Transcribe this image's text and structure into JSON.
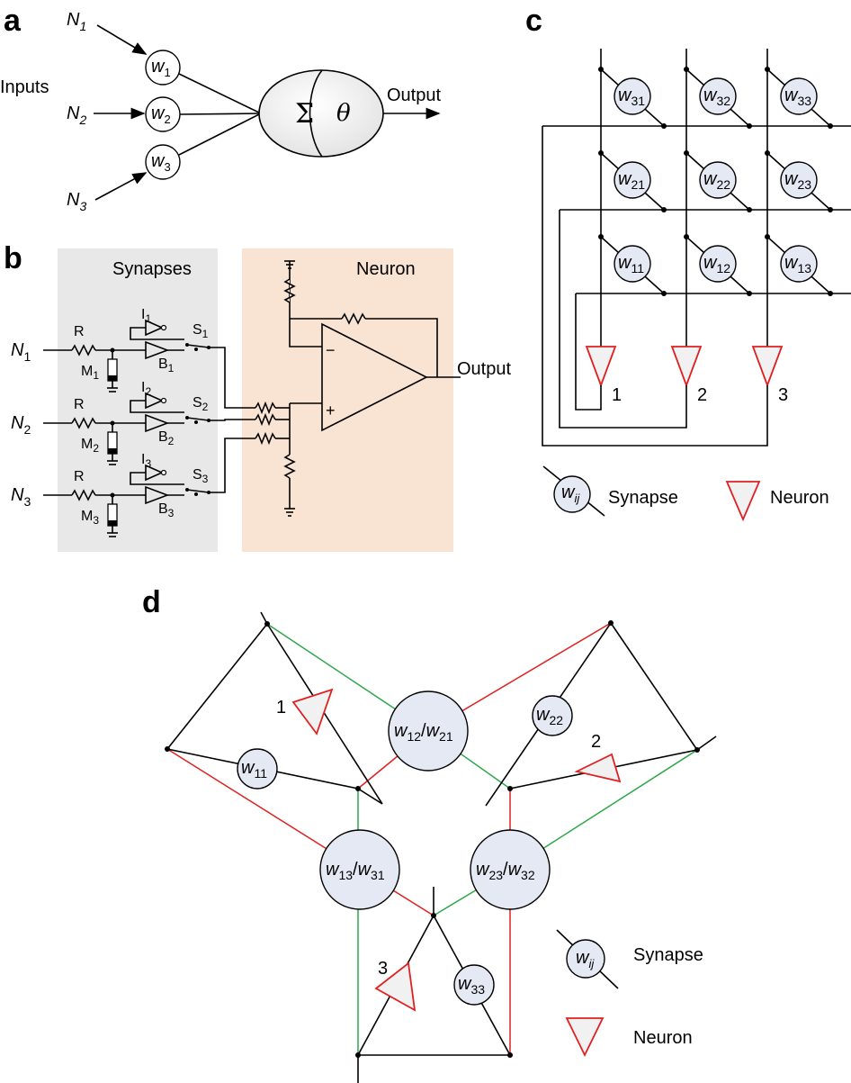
{
  "panels": {
    "a": {
      "letter": "a",
      "inputs_label": "Inputs",
      "output_label": "Output",
      "sum_symbol": "Σ",
      "theta_symbol": "θ",
      "inputs": [
        {
          "base": "N",
          "sub": "1"
        },
        {
          "base": "N",
          "sub": "2"
        },
        {
          "base": "N",
          "sub": "3"
        }
      ],
      "weights": [
        {
          "base": "w",
          "sub": "1"
        },
        {
          "base": "w",
          "sub": "2"
        },
        {
          "base": "w",
          "sub": "3"
        }
      ]
    },
    "b": {
      "letter": "b",
      "synapses_label": "Synapses",
      "neuron_label": "Neuron",
      "output_label": "Output",
      "synapse_bg": "#e8e8e8",
      "neuron_bg": "#f9e3d3",
      "rows": [
        {
          "input": "N",
          "input_sub": "1",
          "r": "R",
          "m": "M",
          "m_sub": "1",
          "i": "I",
          "i_sub": "1",
          "b": "B",
          "b_sub": "1",
          "s": "S",
          "s_sub": "1"
        },
        {
          "input": "N",
          "input_sub": "2",
          "r": "R",
          "m": "M",
          "m_sub": "2",
          "i": "I",
          "i_sub": "2",
          "b": "B",
          "b_sub": "2",
          "s": "S",
          "s_sub": "2"
        },
        {
          "input": "N",
          "input_sub": "3",
          "r": "R",
          "m": "M",
          "m_sub": "3",
          "i": "I",
          "i_sub": "3",
          "b": "B",
          "b_sub": "3",
          "s": "S",
          "s_sub": "3"
        }
      ],
      "minus": "−",
      "plus": "+"
    },
    "c": {
      "letter": "c",
      "synapses": [
        {
          "base": "w",
          "sub": "31"
        },
        {
          "base": "w",
          "sub": "32"
        },
        {
          "base": "w",
          "sub": "33"
        },
        {
          "base": "w",
          "sub": "21"
        },
        {
          "base": "w",
          "sub": "22"
        },
        {
          "base": "w",
          "sub": "23"
        },
        {
          "base": "w",
          "sub": "11"
        },
        {
          "base": "w",
          "sub": "12"
        },
        {
          "base": "w",
          "sub": "13"
        }
      ],
      "neuron_numbers": [
        "1",
        "2",
        "3"
      ],
      "legend": {
        "symbol_base": "w",
        "symbol_sub": "ij",
        "synapse": "Synapse",
        "neuron": "Neuron"
      }
    },
    "d": {
      "letter": "d",
      "big_synapses": [
        {
          "a": "w",
          "a_sub": "12",
          "b": "w",
          "b_sub": "21"
        },
        {
          "a": "w",
          "a_sub": "13",
          "b": "w",
          "b_sub": "31"
        },
        {
          "a": "w",
          "a_sub": "23",
          "b": "w",
          "b_sub": "32"
        }
      ],
      "small_synapses": [
        {
          "base": "w",
          "sub": "11"
        },
        {
          "base": "w",
          "sub": "22"
        },
        {
          "base": "w",
          "sub": "33"
        }
      ],
      "neuron_numbers": [
        "1",
        "2",
        "3"
      ],
      "legend": {
        "symbol_base": "w",
        "symbol_sub": "ij",
        "synapse": "Synapse",
        "neuron": "Neuron"
      }
    }
  },
  "colors": {
    "synapse_fill": "#e4e9f4",
    "neuron_stroke": "#e02020",
    "green_link": "#2ca84a",
    "red_link": "#e02020"
  }
}
